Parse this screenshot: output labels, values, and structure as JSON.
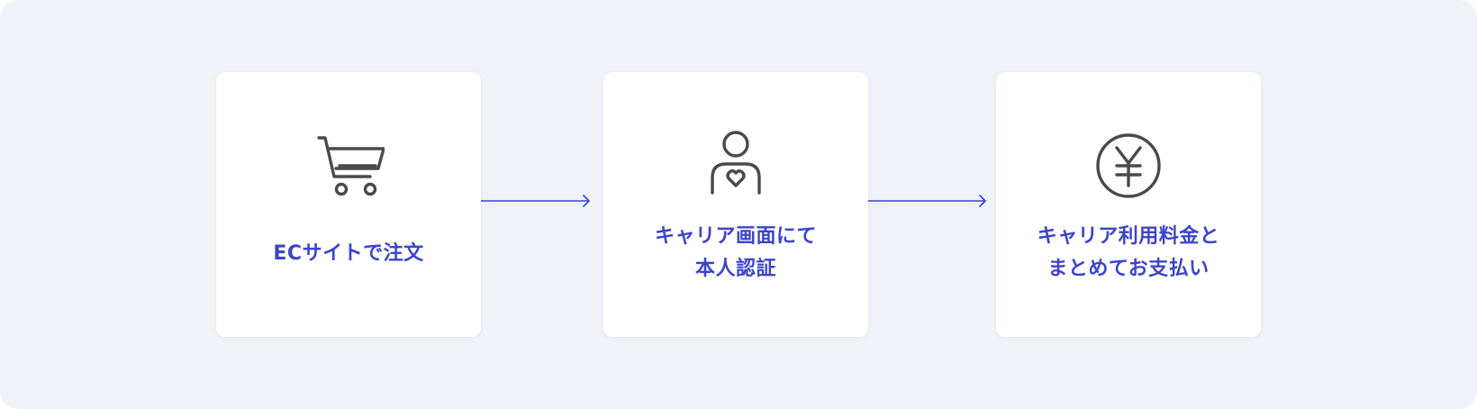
{
  "colors": {
    "background": "#eff2f7",
    "card": "#ffffff",
    "label": "#3d44c9",
    "icon": "#4a4a4a",
    "arrow": "#3d44c9"
  },
  "steps": [
    {
      "icon": "shopping-cart-icon",
      "lines": [
        "ECサイトで注文"
      ]
    },
    {
      "icon": "person-heart-icon",
      "lines": [
        "キャリア画面にて",
        "本人認証"
      ]
    },
    {
      "icon": "yen-coin-icon",
      "lines": [
        "キャリア利用料金と",
        "まとめてお支払い"
      ]
    }
  ]
}
